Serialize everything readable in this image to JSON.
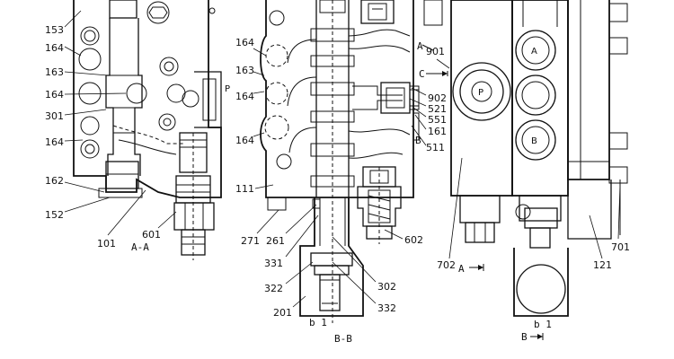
{
  "part_labels": [
    {
      "id": "l153a",
      "text": "153"
    },
    {
      "id": "l164a",
      "text": "164"
    },
    {
      "id": "l163a",
      "text": "163"
    },
    {
      "id": "l164b",
      "text": "164"
    },
    {
      "id": "l301",
      "text": "301"
    },
    {
      "id": "l164c",
      "text": "164"
    },
    {
      "id": "l162",
      "text": "162"
    },
    {
      "id": "l152",
      "text": "152"
    },
    {
      "id": "l101",
      "text": "101"
    },
    {
      "id": "l601",
      "text": "601"
    },
    {
      "id": "l164d",
      "text": "164"
    },
    {
      "id": "l163b",
      "text": "163"
    },
    {
      "id": "l164e",
      "text": "164"
    },
    {
      "id": "l164f",
      "text": "164"
    },
    {
      "id": "l111",
      "text": "111"
    },
    {
      "id": "l271",
      "text": "271"
    },
    {
      "id": "l261",
      "text": "261"
    },
    {
      "id": "l331",
      "text": "331"
    },
    {
      "id": "l322",
      "text": "322"
    },
    {
      "id": "l201",
      "text": "201"
    },
    {
      "id": "l302",
      "text": "302"
    },
    {
      "id": "l332",
      "text": "332"
    },
    {
      "id": "l602",
      "text": "602"
    },
    {
      "id": "l901",
      "text": "901"
    },
    {
      "id": "l902",
      "text": "902"
    },
    {
      "id": "l521",
      "text": "521"
    },
    {
      "id": "l551",
      "text": "551"
    },
    {
      "id": "l161",
      "text": "161"
    },
    {
      "id": "l511",
      "text": "511"
    },
    {
      "id": "l702",
      "text": "702"
    },
    {
      "id": "l121",
      "text": "121"
    },
    {
      "id": "l701",
      "text": "701"
    }
  ],
  "section_labels": {
    "aa": "A-A",
    "bb": "B-B",
    "b1_center": "b 1",
    "b1_right": "b 1"
  },
  "view_markers": {
    "a_left": "A",
    "a_bottom": "A",
    "b_bottom": "B",
    "b_side": "B",
    "c_side": "C"
  },
  "port_letters": {
    "p_left": "P",
    "p_right": "P",
    "a_port": "A",
    "b_port": "B"
  }
}
